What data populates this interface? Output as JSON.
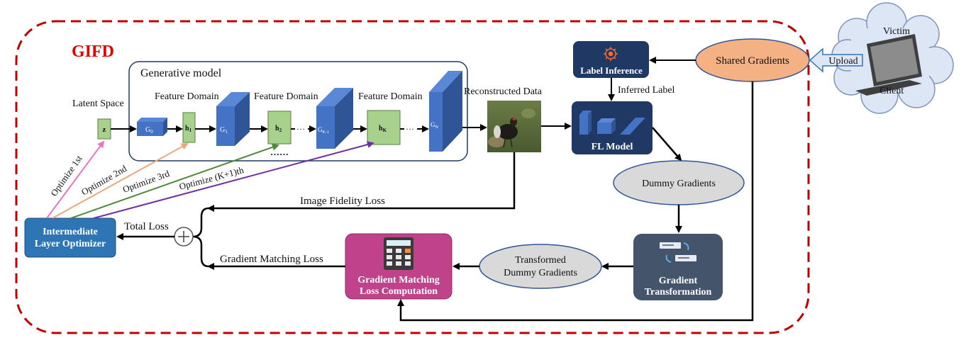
{
  "title": "GIFD",
  "generative_model": {
    "label": "Generative model",
    "latent_space_label": "Latent Space",
    "z": "z",
    "feature_domain_labels": [
      "Feature Domain",
      "Feature Domain",
      "Feature Domain"
    ],
    "blocks": [
      "G",
      "G",
      "G",
      "G"
    ],
    "block_subs": [
      "0",
      "1",
      "K-1",
      "N"
    ],
    "features": [
      "h",
      "h",
      "h"
    ],
    "feature_subs": [
      "1",
      "2",
      "K"
    ],
    "ellipses": [
      "···",
      "···",
      "······"
    ]
  },
  "optimize_labels": [
    "Optimize 1st",
    "Optimize 2nd",
    "Optimize 3rd",
    "Optimize (K+1)th"
  ],
  "reconstructed_data_label": "Reconstructed Data",
  "fl_model_label": "FL Model",
  "label_inference_label": "Label Inference",
  "inferred_label": "Inferred Label",
  "shared_gradients": "Shared Gradients",
  "upload_label": "Upload",
  "victim_label": "Victim",
  "client_label": "Client",
  "dummy_gradients": "Dummy Gradients",
  "gradient_transformation": [
    "Gradient",
    "Transformation"
  ],
  "transformed_dummy_gradients": [
    "Transformed",
    "Dummy Gradients"
  ],
  "gradient_matching_loss_computation": [
    "Gradient Matching",
    "Loss Computation"
  ],
  "gradient_matching_loss": "Gradient Matching Loss",
  "image_fidelity_loss": "Image Fidelity Loss",
  "total_loss": "Total Loss",
  "intermediate_layer_optimizer": [
    "Intermediate",
    "Layer Optimizer"
  ],
  "colors": {
    "frame_red": "#c00000",
    "dark_blue": "#1f3864",
    "block_blue": "#4472c4",
    "feature_green": "#a9d18e",
    "optimizer_blue": "#2e75b6",
    "orange": "#f4b183",
    "gray": "#d9d9d9",
    "transformation": "#44546a",
    "matching": "#c0428a",
    "opt1": "#e377c2",
    "opt2": "#e8a87c",
    "opt3": "#4e8a3a",
    "opt4": "#7030a0",
    "cloud": "#dde6f5"
  }
}
